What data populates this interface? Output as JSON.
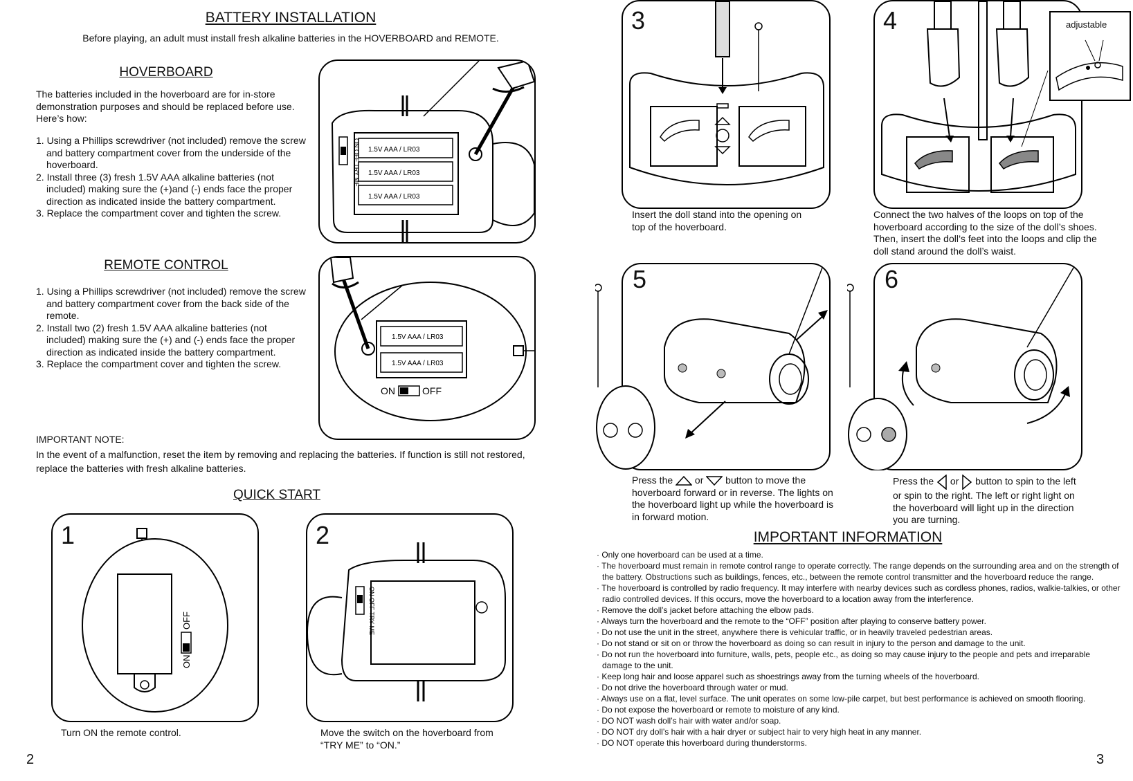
{
  "left": {
    "title": "BATTERY INSTALLATION",
    "intro": "Before playing, an adult must install fresh alkaline batteries in the HOVERBOARD and REMOTE.",
    "hoverboard": {
      "heading": "HOVERBOARD",
      "desc": "The batteries included in the hoverboard are for in-store demonstration purposes and should be replaced before use. Here’s how:",
      "steps": [
        "1. Using a Phillips screwdriver (not included) remove the screw and battery compartment cover from the underside of the hoverboard.",
        "2. Install three (3) fresh 1.5V AAA alkaline batteries (not included) making sure the (+)and (-) ends face the proper direction as indicated inside the battery compartment.",
        "3. Replace the compartment cover and tighten the screw."
      ],
      "battery_label": "1.5V AAA / LR03",
      "switch_label": "ON OFF TRY ME"
    },
    "remote": {
      "heading": "REMOTE CONTROL",
      "steps": [
        "1. Using a Phillips screwdriver (not included) remove the screw and battery compartment cover from the back side of the remote.",
        "2. Install two (2) fresh 1.5V AAA alkaline batteries (not included) making sure the (+) and (-) ends face the proper direction as indicated inside the battery compartment.",
        "3. Replace the compartment cover and tighten the screw."
      ],
      "battery_label": "1.5V AAA / LR03",
      "on_label": "ON",
      "off_label": "OFF"
    },
    "note_heading": "IMPORTANT NOTE:",
    "note_text": "In the event of a malfunction, reset the item by removing and replacing the batteries. If function is still not restored, replace the batteries with fresh alkaline batteries.",
    "quick_start": "QUICK START",
    "step1": {
      "num": "1",
      "caption": "Turn ON the remote control.",
      "on": "ON",
      "off": "OFF"
    },
    "step2": {
      "num": "2",
      "caption": "Move the switch on the hoverboard from “TRY ME” to “ON.”",
      "switch_label": "ON OFF TRY ME"
    },
    "page_number": "2"
  },
  "right": {
    "step3": {
      "num": "3",
      "caption": "Insert the doll stand into the opening on top of the hoverboard."
    },
    "step4": {
      "num": "4",
      "caption": "Connect the two halves of the loops on top of the hoverboard according to the size of the doll’s shoes. Then, insert the doll’s feet into the loops and clip the doll stand around the doll’s waist.",
      "inset_label": "adjustable"
    },
    "step5": {
      "num": "5",
      "cap_a": "Press the",
      "cap_or": "or",
      "cap_b": "button to move",
      "cap_rest": "the hoverboard forward or in reverse. The lights on the hoverboard light up while the hoverboard is in forward motion."
    },
    "step6": {
      "num": "6",
      "cap_a": "Press the",
      "cap_or": "or",
      "cap_b": "button to spin to",
      "cap_rest": "the left or spin to the right. The left or right light on the hoverboard will light up in the direction you are turning."
    },
    "info_heading": "IMPORTANT INFORMATION",
    "info": [
      "Only one hoverboard can be used at a time.",
      "The hoverboard must remain in remote control range to operate correctly. The range depends on the surrounding area and on the strength of the battery. Obstructions such as buildings, fences, etc., between the remote control transmitter and the hoverboard reduce the range.",
      "The hoverboard is controlled by radio frequency. It may interfere with nearby devices such as cordless phones, radios, walkie-talkies, or other radio controlled devices. If this occurs, move the hoverboard to a location away from the interference.",
      "Remove the doll’s jacket before attaching the elbow pads.",
      "Always turn the hoverboard and the remote to the “OFF” position after playing to conserve battery power.",
      "Do not use the unit in the street, anywhere there is vehicular traffic, or in heavily traveled pedestrian areas.",
      "Do not stand or sit on or throw the hoverboard as doing so can result in injury to the person and damage to the unit.",
      "Do not run the hoverboard into furniture, walls, pets, people etc., as doing so may cause injury to the people and pets and irreparable damage to the unit.",
      "Keep long hair and loose apparel such as shoestrings away from the turning wheels of the hoverboard.",
      "Do not drive the hoverboard through water or mud.",
      "Always use on a flat, level surface. The unit operates on some low-pile carpet, but best performance is achieved on smooth flooring.",
      "Do not expose the hoverboard or remote to moisture of any kind.",
      "DO NOT wash doll’s hair with water and/or soap.",
      "DO NOT dry doll’s hair with a hair dryer or subject hair to very high heat in any manner.",
      "DO NOT operate this hoverboard during thunderstorms."
    ],
    "page_number": "3"
  }
}
